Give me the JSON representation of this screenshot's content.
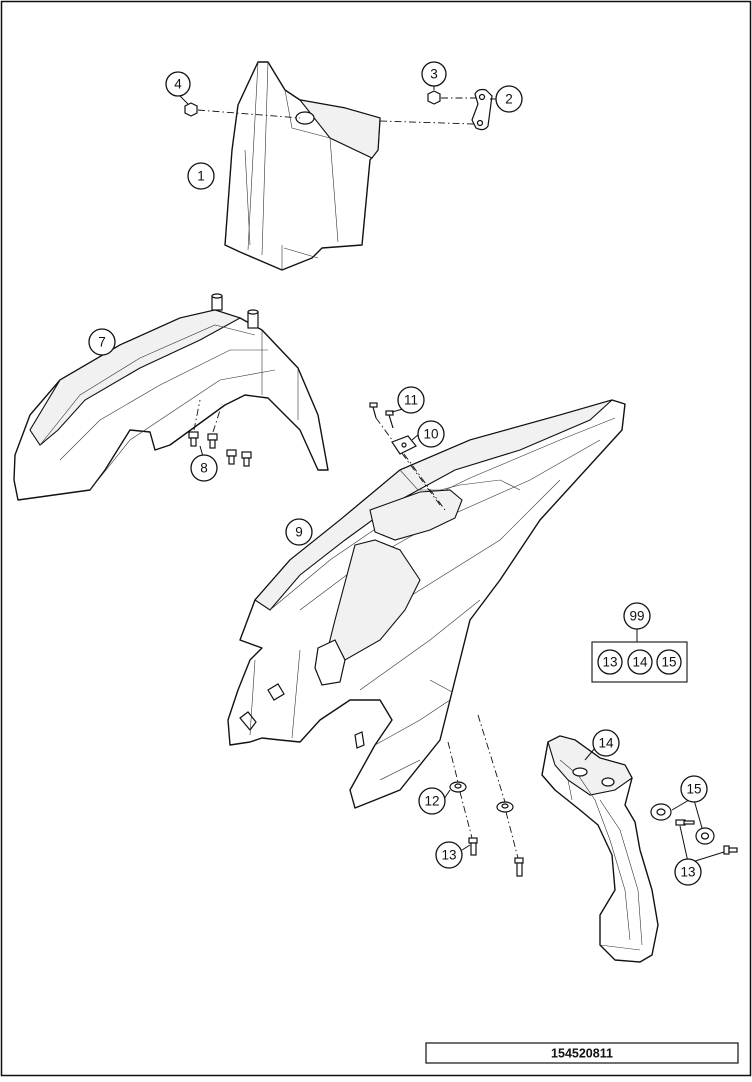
{
  "callouts": {
    "c1": "1",
    "c2": "2",
    "c3": "3",
    "c4": "4",
    "c7": "7",
    "c8": "8",
    "c9": "9",
    "c10": "10",
    "c11": "11",
    "c12": "12",
    "c13a": "13",
    "c13b": "13",
    "c14": "14",
    "c15": "15"
  },
  "kit": {
    "label": "99",
    "items": [
      "13",
      "14",
      "15"
    ]
  },
  "drawing_number": "154520811"
}
